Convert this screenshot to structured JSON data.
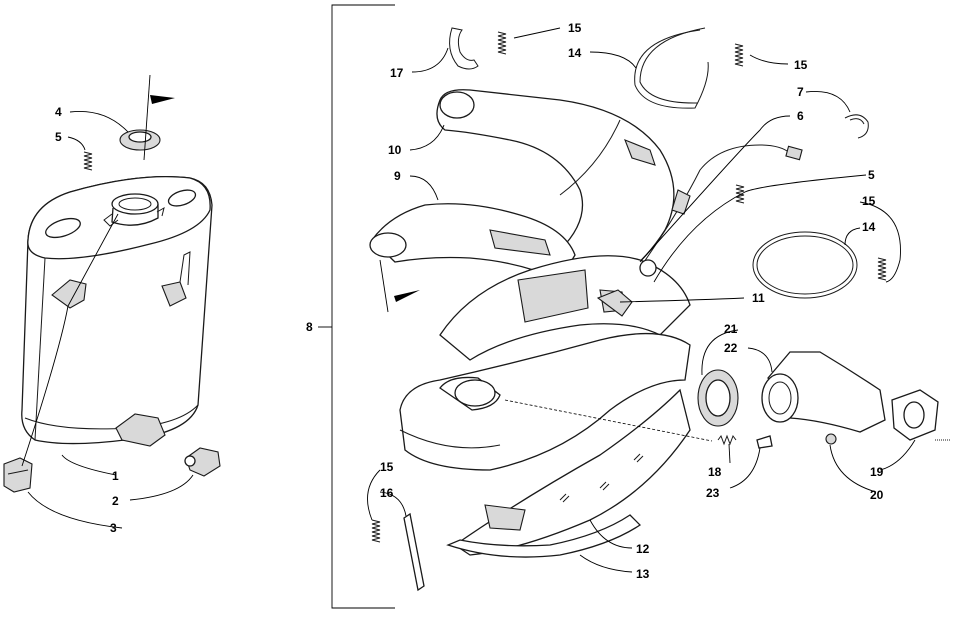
{
  "diagram": {
    "callouts": [
      {
        "id": "c1",
        "text": "1"
      },
      {
        "id": "c2",
        "text": "2"
      },
      {
        "id": "c3",
        "text": "3"
      },
      {
        "id": "c4",
        "text": "4"
      },
      {
        "id": "c5a",
        "text": "5"
      },
      {
        "id": "c5b",
        "text": "5"
      },
      {
        "id": "c6",
        "text": "6"
      },
      {
        "id": "c7",
        "text": "7"
      },
      {
        "id": "c8",
        "text": "8"
      },
      {
        "id": "c9",
        "text": "9"
      },
      {
        "id": "c10",
        "text": "10"
      },
      {
        "id": "c11",
        "text": "11"
      },
      {
        "id": "c12",
        "text": "12"
      },
      {
        "id": "c13",
        "text": "13"
      },
      {
        "id": "c14a",
        "text": "14"
      },
      {
        "id": "c14b",
        "text": "14"
      },
      {
        "id": "c15a",
        "text": "15"
      },
      {
        "id": "c15b",
        "text": "15"
      },
      {
        "id": "c15c",
        "text": "15"
      },
      {
        "id": "c15d",
        "text": "15"
      },
      {
        "id": "c16",
        "text": "16"
      },
      {
        "id": "c17",
        "text": "17"
      },
      {
        "id": "c18",
        "text": "18"
      },
      {
        "id": "c19",
        "text": "19"
      },
      {
        "id": "c20",
        "text": "20"
      },
      {
        "id": "c21",
        "text": "21"
      },
      {
        "id": "c22",
        "text": "22"
      },
      {
        "id": "c23",
        "text": "23"
      }
    ],
    "line_color": "#1a1a1a",
    "background": "#ffffff"
  }
}
